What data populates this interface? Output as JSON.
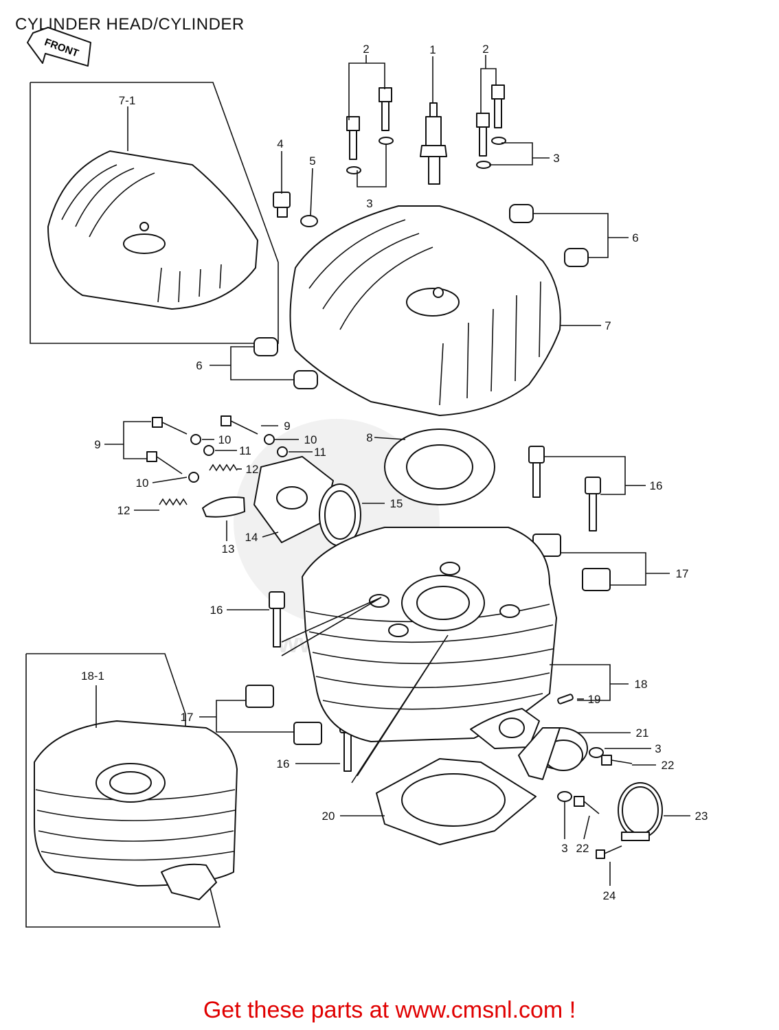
{
  "title": "CYLINDER HEAD/CYLINDER",
  "front_marker": "FRONT",
  "watermark": "www.cmsnl.com",
  "footer": "Get these parts at www.cmsnl.com !",
  "part_numbers": {
    "p1": "1",
    "p2a": "2",
    "p2b": "2",
    "p3a": "3",
    "p3b": "3",
    "p3c": "3",
    "p3d": "3",
    "p4": "4",
    "p5": "5",
    "p6a": "6",
    "p6b": "6",
    "p7": "7",
    "p7_1": "7-1",
    "p8": "8",
    "p9a": "9",
    "p9b": "9",
    "p10a": "10",
    "p10b": "10",
    "p10c": "10",
    "p11a": "11",
    "p11b": "11",
    "p12a": "12",
    "p12b": "12",
    "p13": "13",
    "p14": "14",
    "p15": "15",
    "p16a": "16",
    "p16b": "16",
    "p16c": "16",
    "p17a": "17",
    "p17b": "17",
    "p18": "18",
    "p18_1": "18-1",
    "p19": "19",
    "p20": "20",
    "p21": "21",
    "p22a": "22",
    "p22b": "22",
    "p23": "23",
    "p24": "24"
  }
}
